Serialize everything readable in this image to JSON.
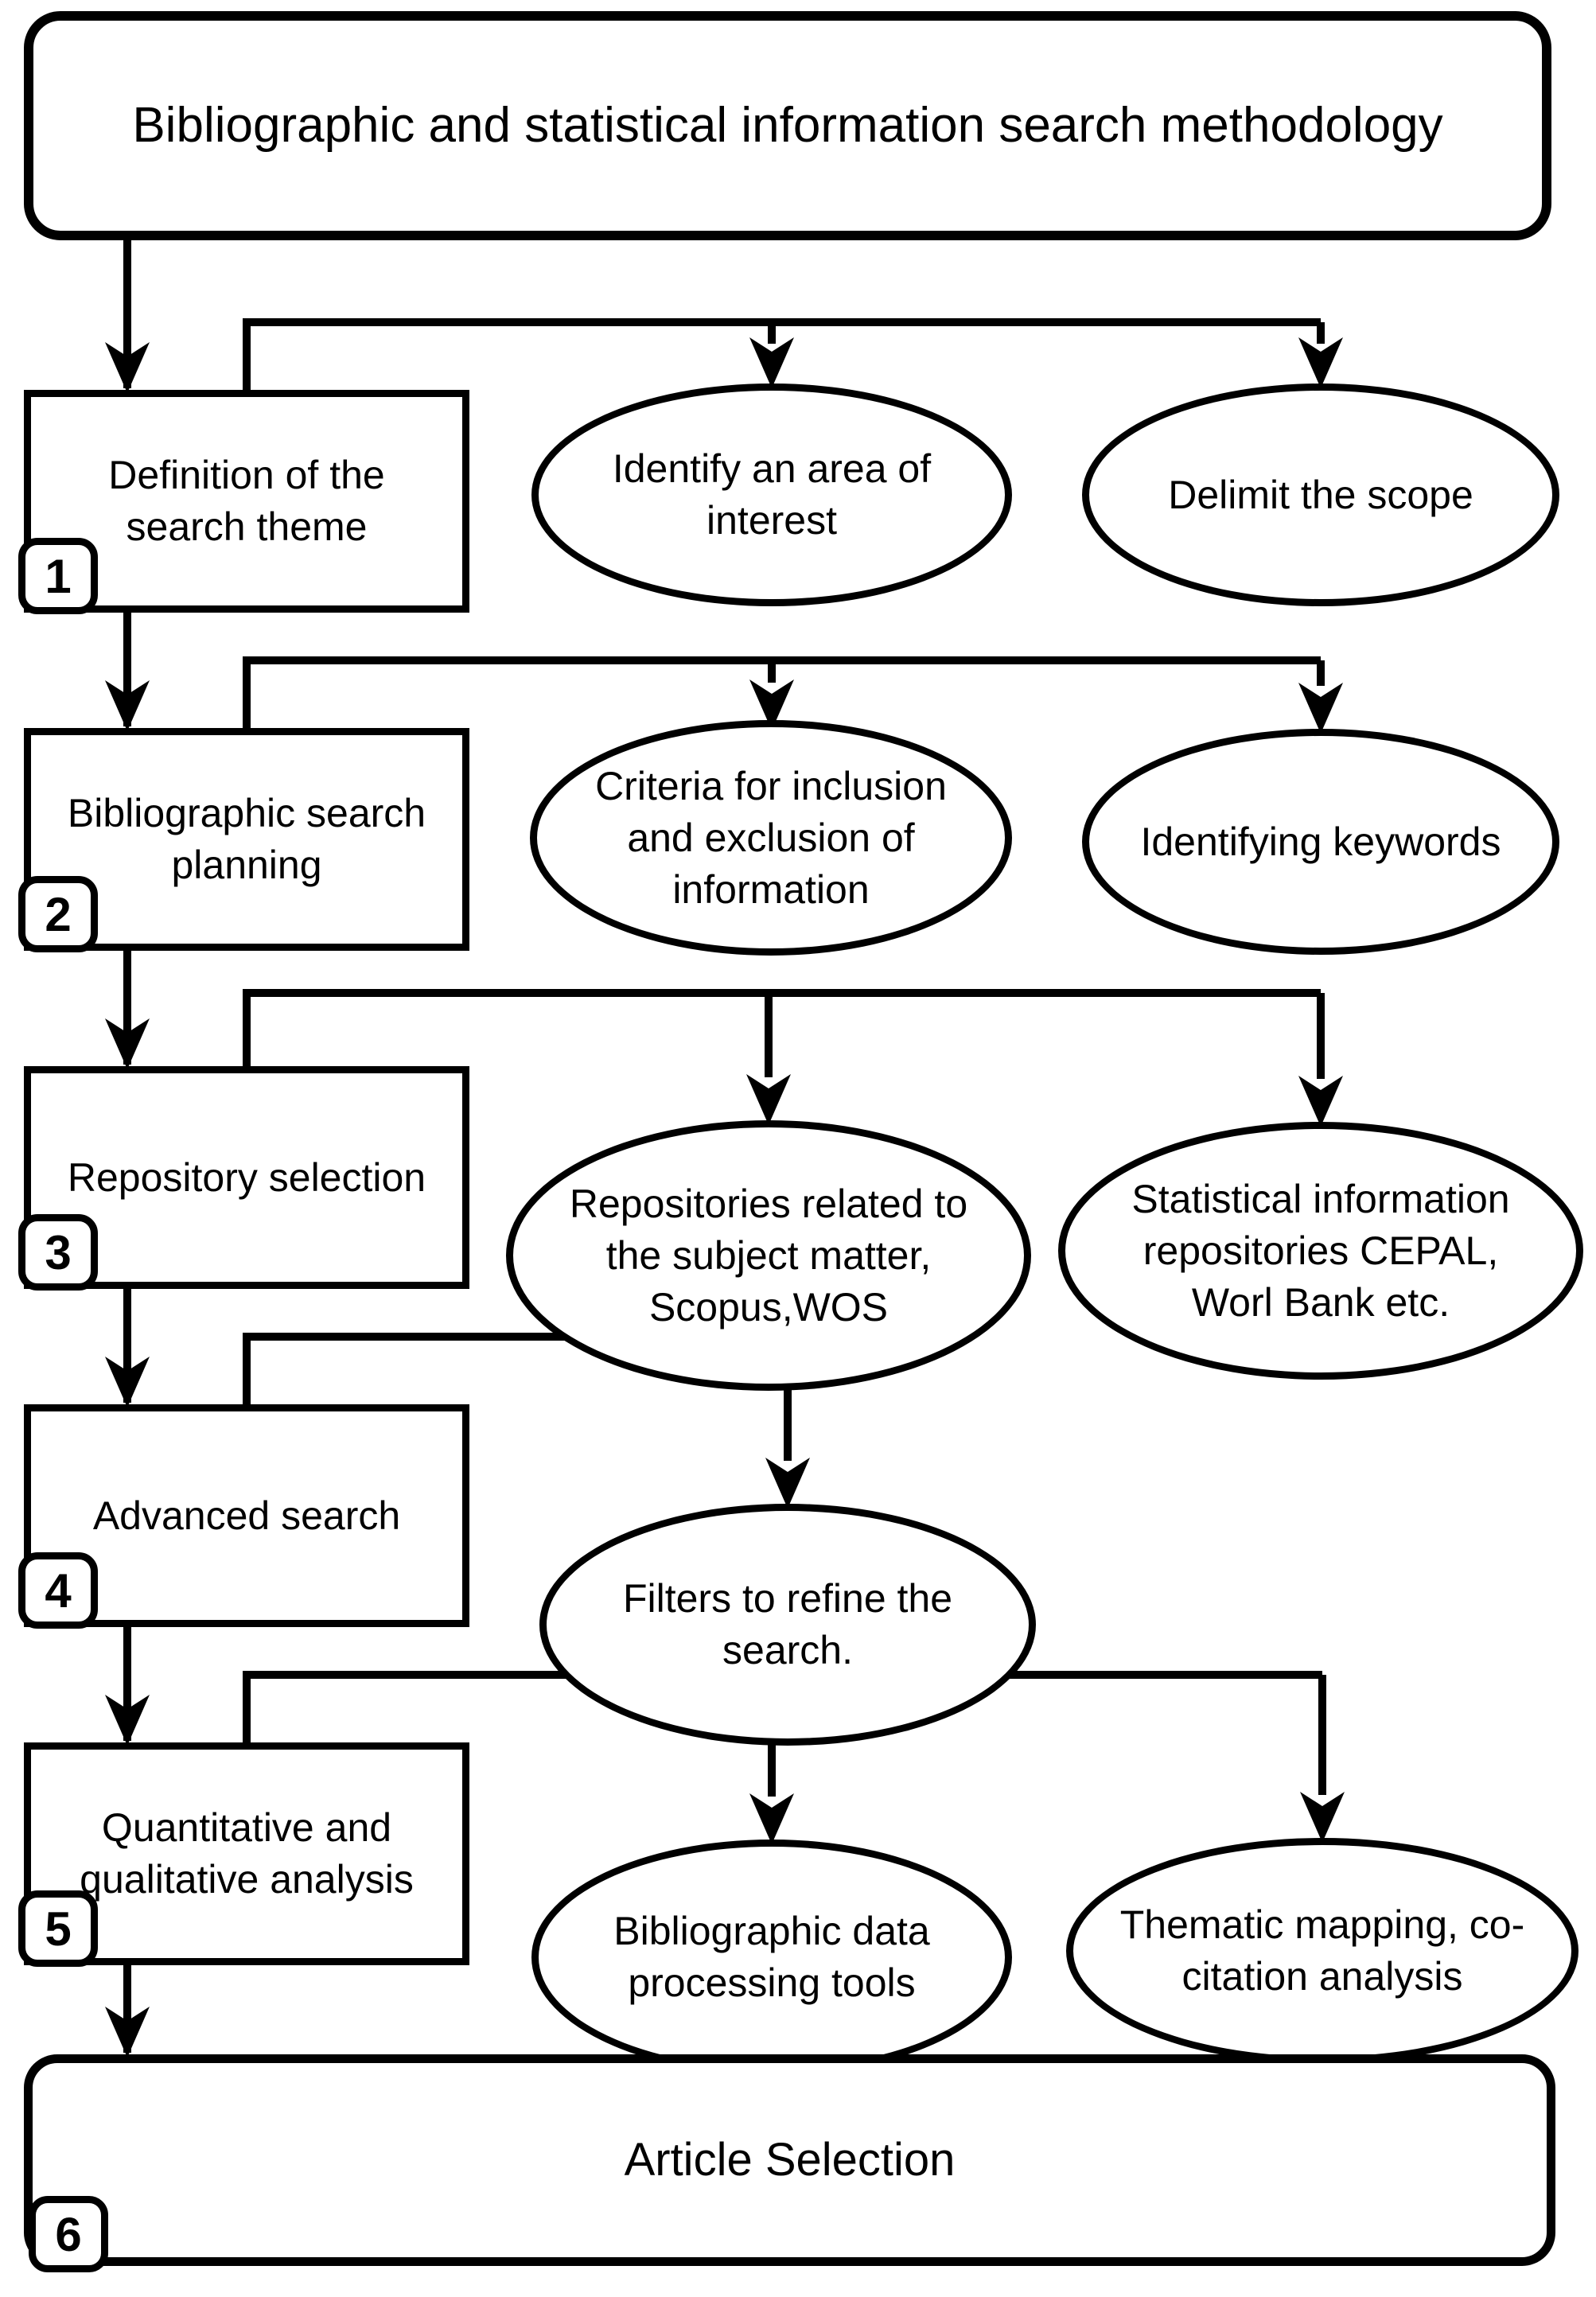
{
  "title": "Bibliographic and statistical information search methodology",
  "steps": [
    {
      "number": "1",
      "label": "Definition of the search theme",
      "bullets": [
        "Identify an area of interest",
        "Delimit the scope"
      ]
    },
    {
      "number": "2",
      "label": "Bibliographic search planning",
      "bullets": [
        "Criteria for inclusion and exclusion of information",
        "Identifying keywords"
      ]
    },
    {
      "number": "3",
      "label": "Repository selection",
      "bullets": [
        "Repositories related to the subject matter, Scopus,WOS",
        "Statistical information repositories CEPAL, Worl Bank etc."
      ]
    },
    {
      "number": "4",
      "label": "Advanced search",
      "bullets": [
        "Filters to refine the search."
      ]
    },
    {
      "number": "5",
      "label": "Quantitative and qualitative analysis",
      "bullets": [
        "Bibliographic data processing tools",
        "Thematic mapping, co-citation analysis"
      ]
    },
    {
      "number": "6",
      "label": "Article Selection",
      "bullets": []
    }
  ],
  "colors": {
    "stroke": "#000000",
    "background": "#ffffff"
  }
}
